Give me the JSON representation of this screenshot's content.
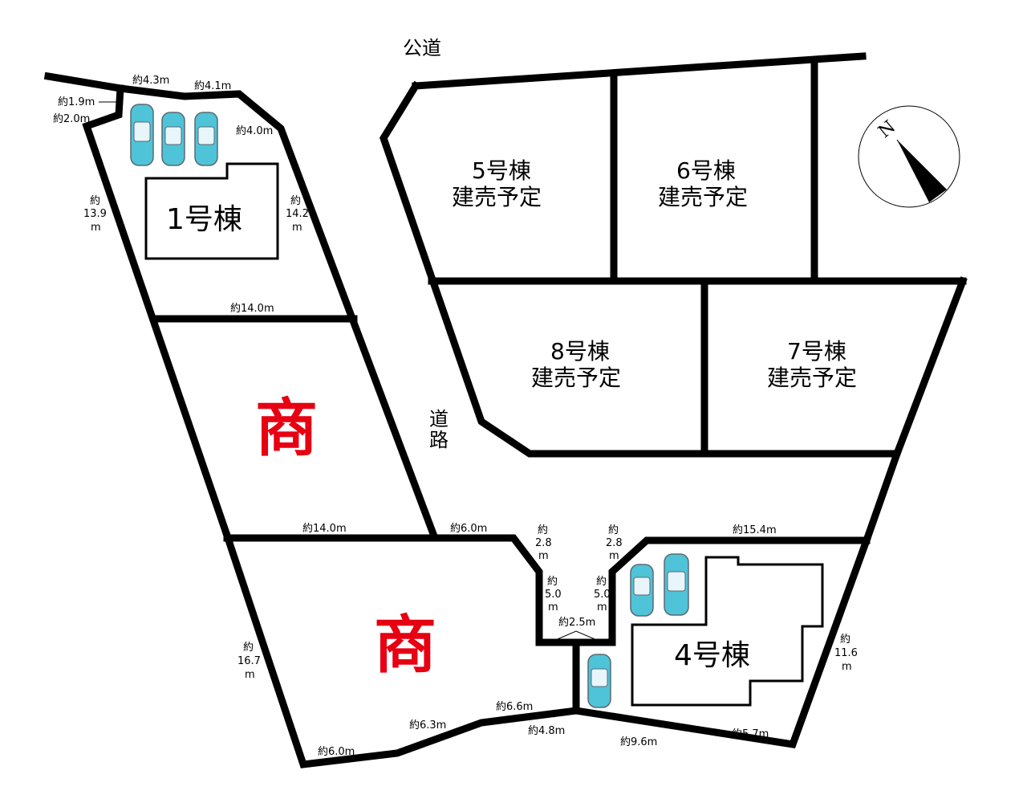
{
  "road_labels": {
    "public_road": "公道",
    "road_line1": "道",
    "road_line2": "路"
  },
  "lots": {
    "lot1": "1号棟",
    "lot4": "4号棟",
    "lot5_line1": "5号棟",
    "lot5_line2": "建売予定",
    "lot6_line1": "6号棟",
    "lot6_line2": "建売予定",
    "lot7_line1": "7号棟",
    "lot7_line2": "建売予定",
    "lot8_line1": "8号棟",
    "lot8_line2": "建売予定",
    "commercial_1": "商",
    "commercial_2": "商"
  },
  "compass": {
    "label": "N"
  },
  "dimensions": {
    "d_4_3": "約4.3m",
    "d_4_1": "約4.1m",
    "d_1_9": "約1.9m",
    "d_2_0": "約2.0m",
    "d_4_0": "約4.0m",
    "d_13_9_a": "約",
    "d_13_9_b": "13.9",
    "d_13_9_c": "m",
    "d_14_2_a": "約",
    "d_14_2_b": "14.2",
    "d_14_2_c": "m",
    "d_14_0_top": "約14.0m",
    "d_14_0_bottom": "約14.0m",
    "d_6_0_top": "約6.0m",
    "d_2_8_left_a": "約",
    "d_2_8_left_b": "2.8",
    "d_2_8_left_c": "m",
    "d_2_8_right_a": "約",
    "d_2_8_right_b": "2.8",
    "d_2_8_right_c": "m",
    "d_5_0_left_a": "約",
    "d_5_0_left_b": "5.0",
    "d_5_0_left_c": "m",
    "d_5_0_right_a": "約",
    "d_5_0_right_b": "5.0",
    "d_5_0_right_c": "m",
    "d_2_5": "約2.5m",
    "d_15_4": "約15.4m",
    "d_16_7_a": "約",
    "d_16_7_b": "16.7",
    "d_16_7_c": "m",
    "d_11_6_a": "約",
    "d_11_6_b": "11.6",
    "d_11_6_c": "m",
    "d_6_6": "約6.6m",
    "d_6_3": "約6.3m",
    "d_4_8": "約4.8m",
    "d_6_0_bottom": "約6.0m",
    "d_9_6": "約9.6m",
    "d_5_7": "約5.7m"
  },
  "colors": {
    "commercial_text": "#e60012",
    "car": "#4fc3d8",
    "line": "#000000"
  }
}
